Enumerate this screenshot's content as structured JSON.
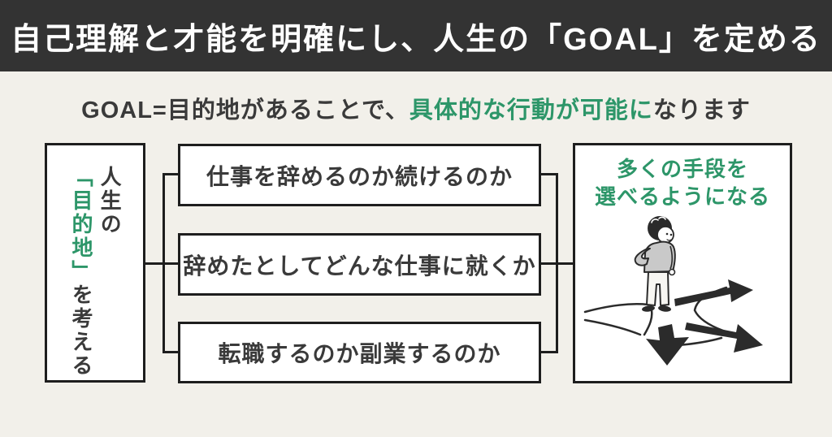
{
  "header": {
    "title": "自己理解と才能を明確にし、人生の「GOAL」を定める"
  },
  "subtitle": {
    "part1": "GOAL=目的地があることで、",
    "highlight": "具体的な行動が可能に",
    "part2": "なります"
  },
  "goal_box": {
    "line1": "人生の",
    "line2_highlight": "「目的地」",
    "line2_rest": "を考える"
  },
  "options": [
    {
      "label": "仕事を辞めるのか続けるのか"
    },
    {
      "label": "辞めたとしてどんな仕事に就くか"
    },
    {
      "label": "転職するのか副業するのか"
    }
  ],
  "result_box": {
    "line1": "多くの手段を",
    "line2": "選べるようになる",
    "illustration": "person-standing-at-branching-arrows"
  },
  "colors": {
    "header_bg": "#333333",
    "header_text": "#ffffff",
    "page_bg": "#f2f0ea",
    "text_dark": "#3a3a3a",
    "accent_green": "#2d9669",
    "box_border": "#1e1e1e",
    "sweater_gray": "#c9c9c9"
  }
}
